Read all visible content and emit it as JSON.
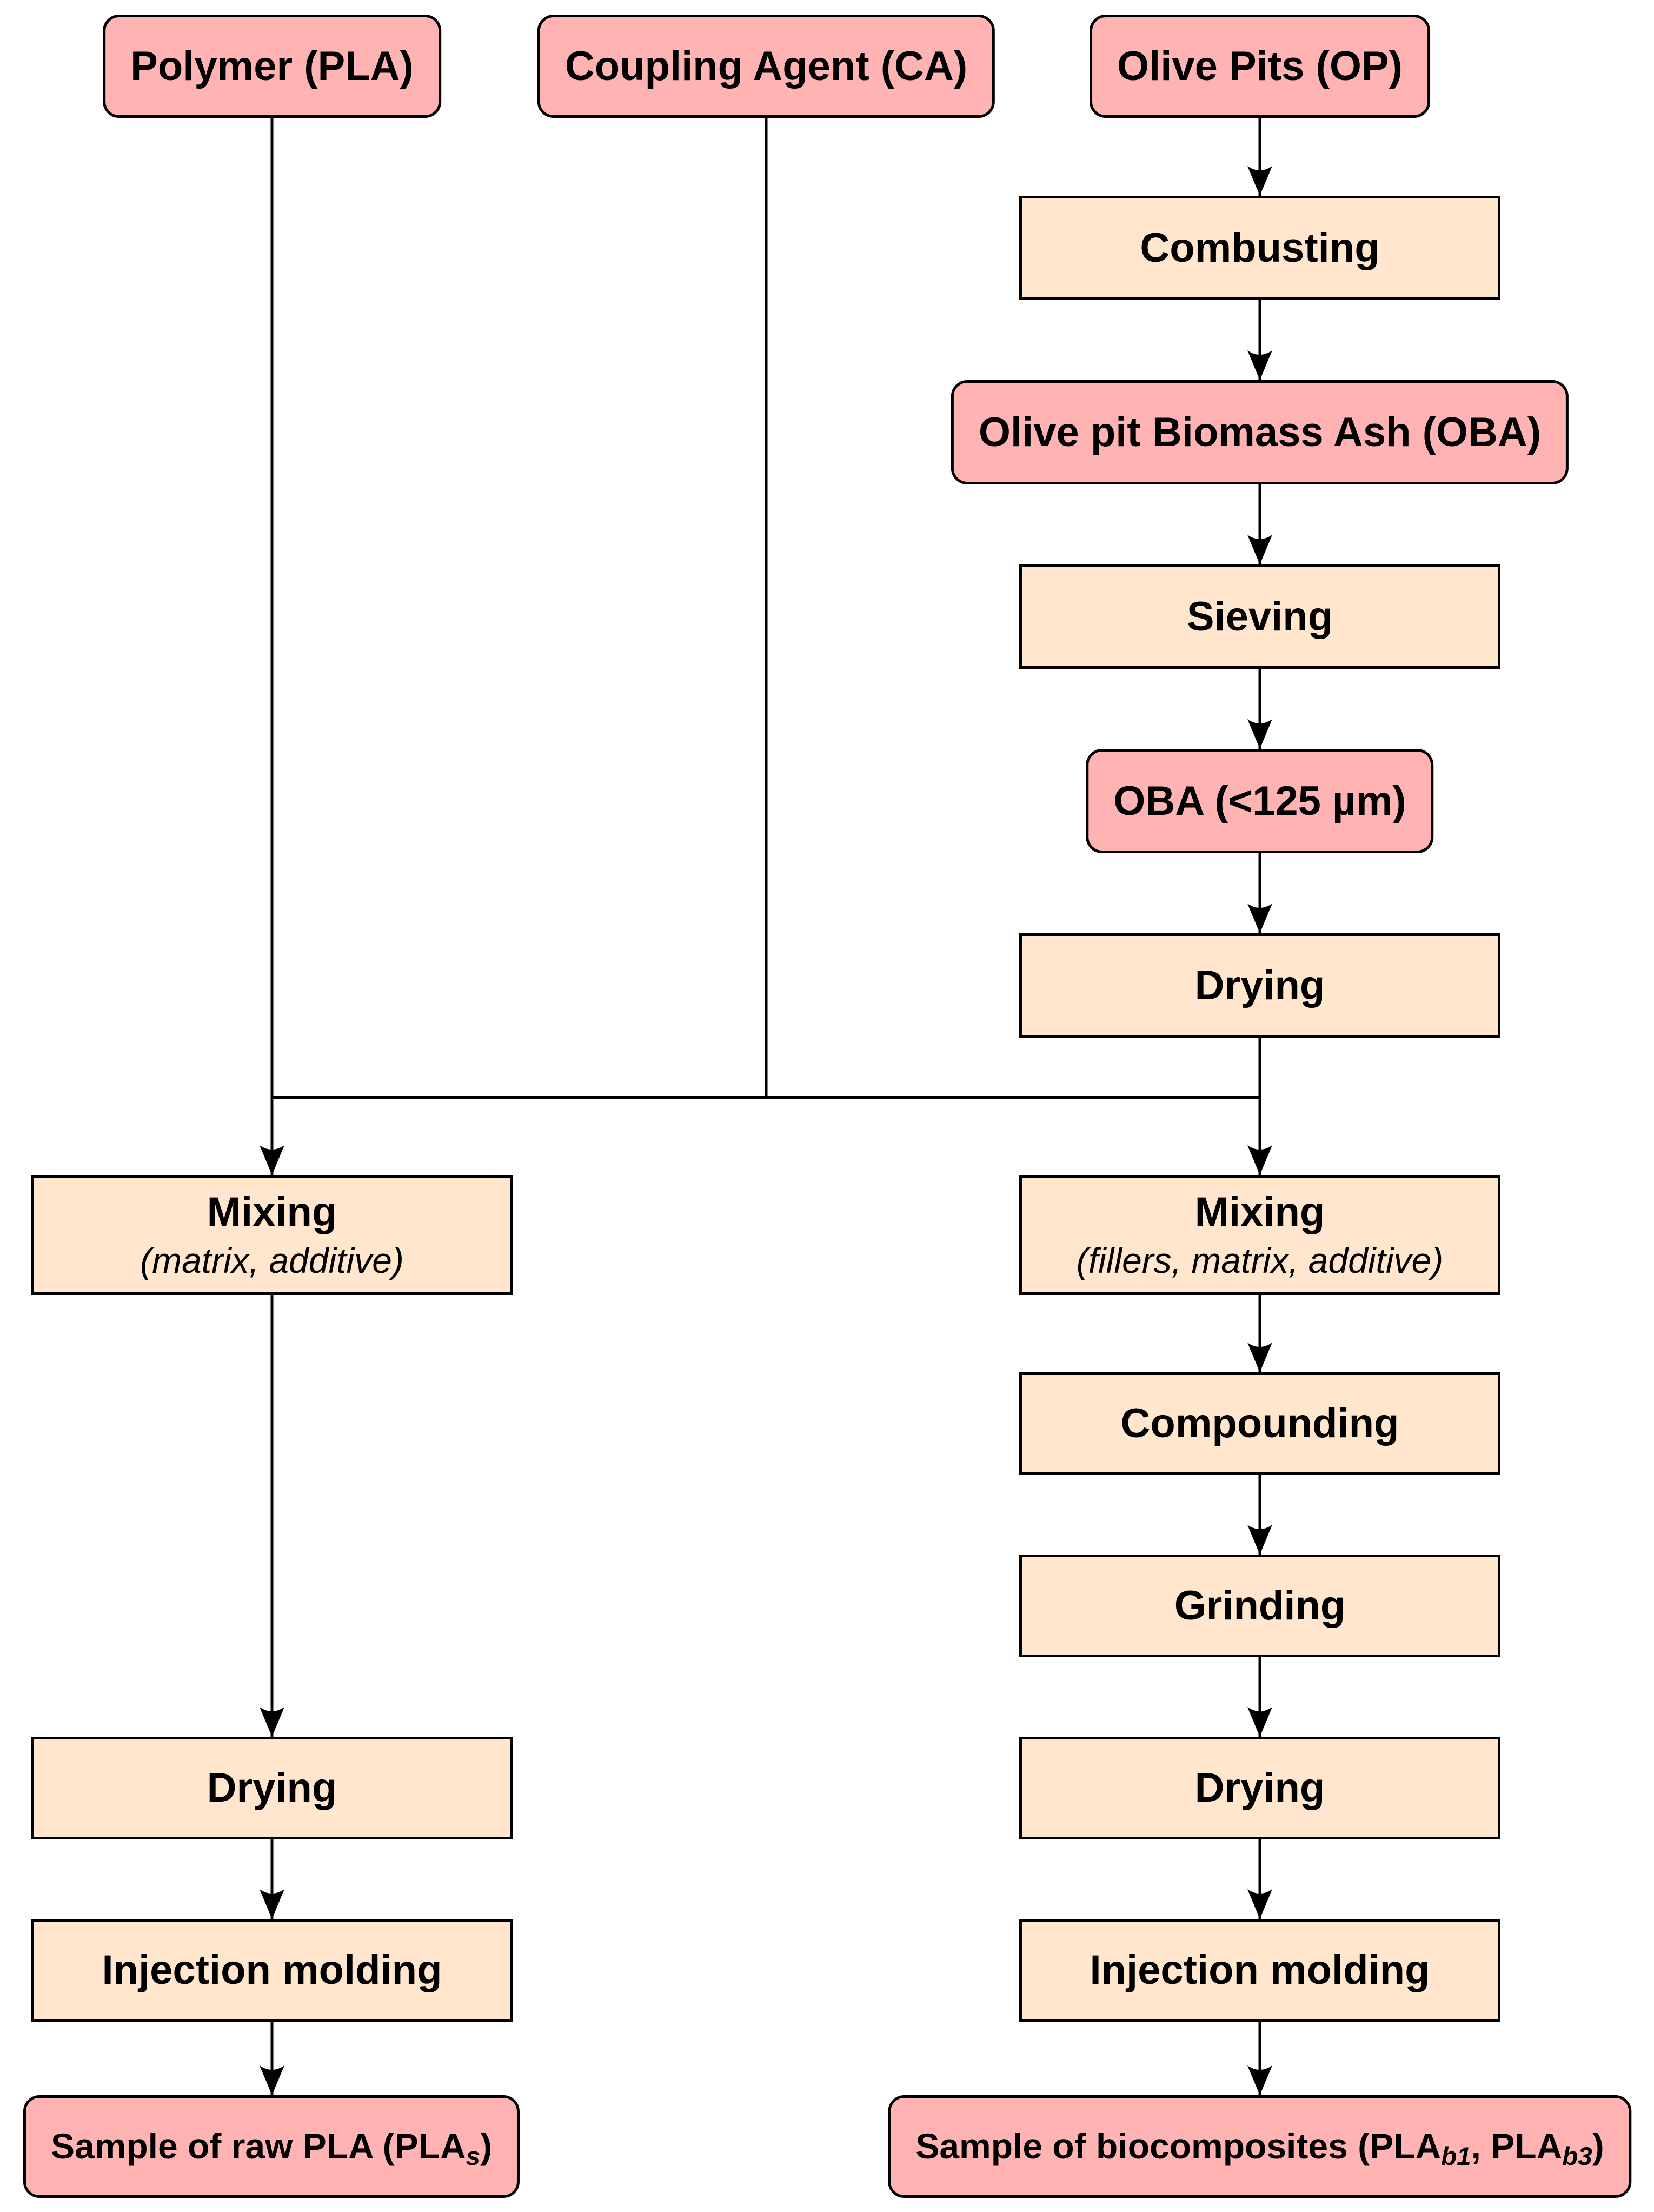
{
  "diagram": {
    "colors": {
      "material_fill": "#ffb3b3",
      "process_fill": "#ffe6cc",
      "border_and_lines": "#000000",
      "background": "#ffffff"
    },
    "nodes": {
      "polymer": {
        "label": "Polymer (PLA)"
      },
      "coupling_agent": {
        "label": "Coupling Agent (CA)"
      },
      "olive_pits": {
        "label": "Olive Pits (OP)"
      },
      "combusting": {
        "label": "Combusting"
      },
      "oba": {
        "label": "Olive pit Biomass Ash (OBA)"
      },
      "sieving": {
        "label": "Sieving"
      },
      "oba_sieved": {
        "label": "OBA (<125 µm)"
      },
      "drying_oba": {
        "label": "Drying"
      },
      "mixing_raw": {
        "label": "Mixing",
        "sublabel": "(matrix, additive)"
      },
      "mixing_bio": {
        "label": "Mixing",
        "sublabel": "(fillers, matrix, additive)"
      },
      "compounding": {
        "label": "Compounding"
      },
      "grinding": {
        "label": "Grinding"
      },
      "drying_raw": {
        "label": "Drying"
      },
      "drying_bio": {
        "label": "Drying"
      },
      "injection_raw": {
        "label": "Injection molding"
      },
      "injection_bio": {
        "label": "Injection molding"
      },
      "sample_raw": {
        "p1": "Sample of raw PLA (PLA",
        "s1": "s",
        "p2": ")"
      },
      "sample_bio": {
        "p1": "Sample of biocomposites (PLA",
        "s1": "b1",
        "p2": ", PLA",
        "s2": "b3",
        "p3": ")"
      }
    }
  }
}
